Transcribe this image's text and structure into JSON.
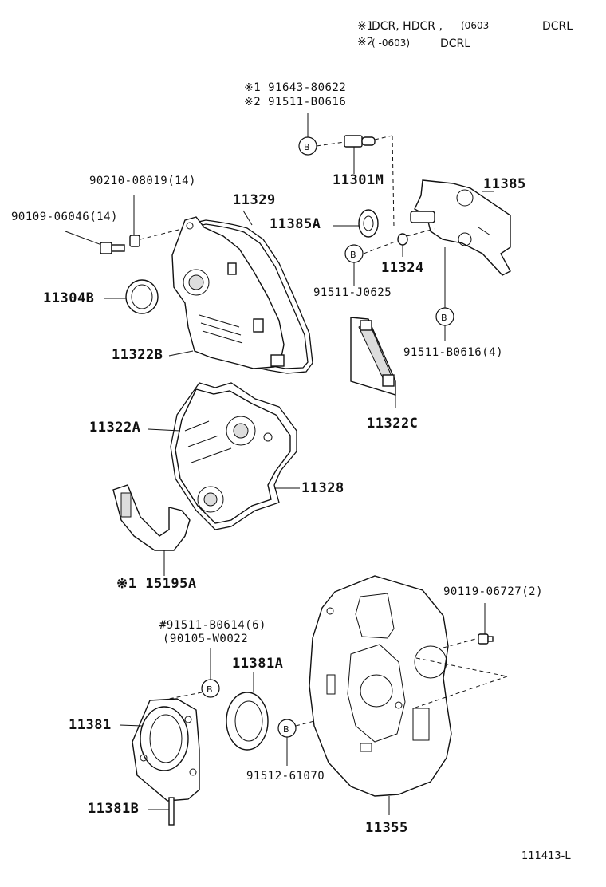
{
  "notes": {
    "n1_mark": "※1",
    "n1_text": "DCR, HDCR ,",
    "n1_date": "(0603-",
    "n1_model": "DCRL",
    "n2_mark": "※2",
    "n2_text": "(    -0603)",
    "n2_model": "DCRL"
  },
  "labels": {
    "p91643": "※1 91643-80622",
    "p91511_b0616": "※2 91511-B0616",
    "p11301m": "11301M",
    "p11385": "11385",
    "p11385a": "11385A",
    "p11324": "11324",
    "p91511_j0625": "91511-J0625",
    "p91511_b0616_4": "91511-B0616(4)",
    "p11322c": "11322C",
    "p90210": "90210-08019(14)",
    "p90109": "90109-06046(14)",
    "p11329": "11329",
    "p11304b": "11304B",
    "p11322b": "11322B",
    "p11322a": "11322A",
    "p11328": "11328",
    "p15195a": "※1 15195A",
    "p91511_b0614": "#91511-B0614(6)",
    "p90105": "(90105-W0022",
    "p11381a": "11381A",
    "p11381": "11381",
    "p11381b": "11381B",
    "p91512": "91512-61070",
    "p90119": "90119-06727(2)",
    "p11355": "11355"
  },
  "bolt_marker": "B",
  "figure_code": "111413-L"
}
